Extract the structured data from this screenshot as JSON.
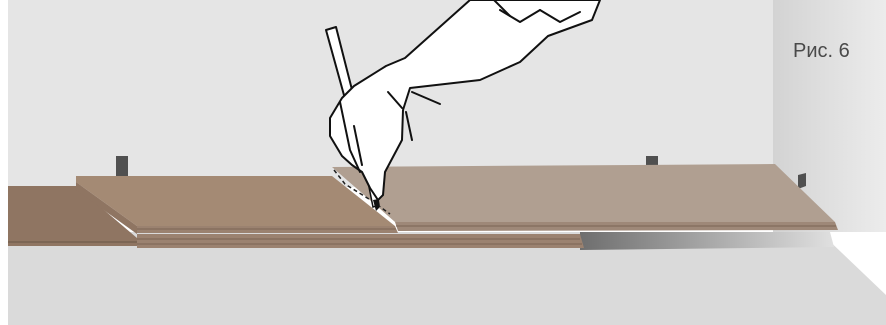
{
  "figure": {
    "label": "Рис. 6"
  },
  "colors": {
    "wall": "#e5e5e5",
    "floor": "#dadada",
    "board_light": "#b09f91",
    "board_mid": "#a48a74",
    "board_dark": "#8f7562",
    "board_edge": "#7b6453",
    "spacer": "#505050",
    "glove": "#ffffff",
    "outline": "#111111"
  },
  "scene": {
    "objects": [
      "wall",
      "floor",
      "laminate-board-stack",
      "new-board",
      "spacer-wedge",
      "gloved-hand",
      "pencil",
      "cut-mark-dashed-line"
    ]
  }
}
